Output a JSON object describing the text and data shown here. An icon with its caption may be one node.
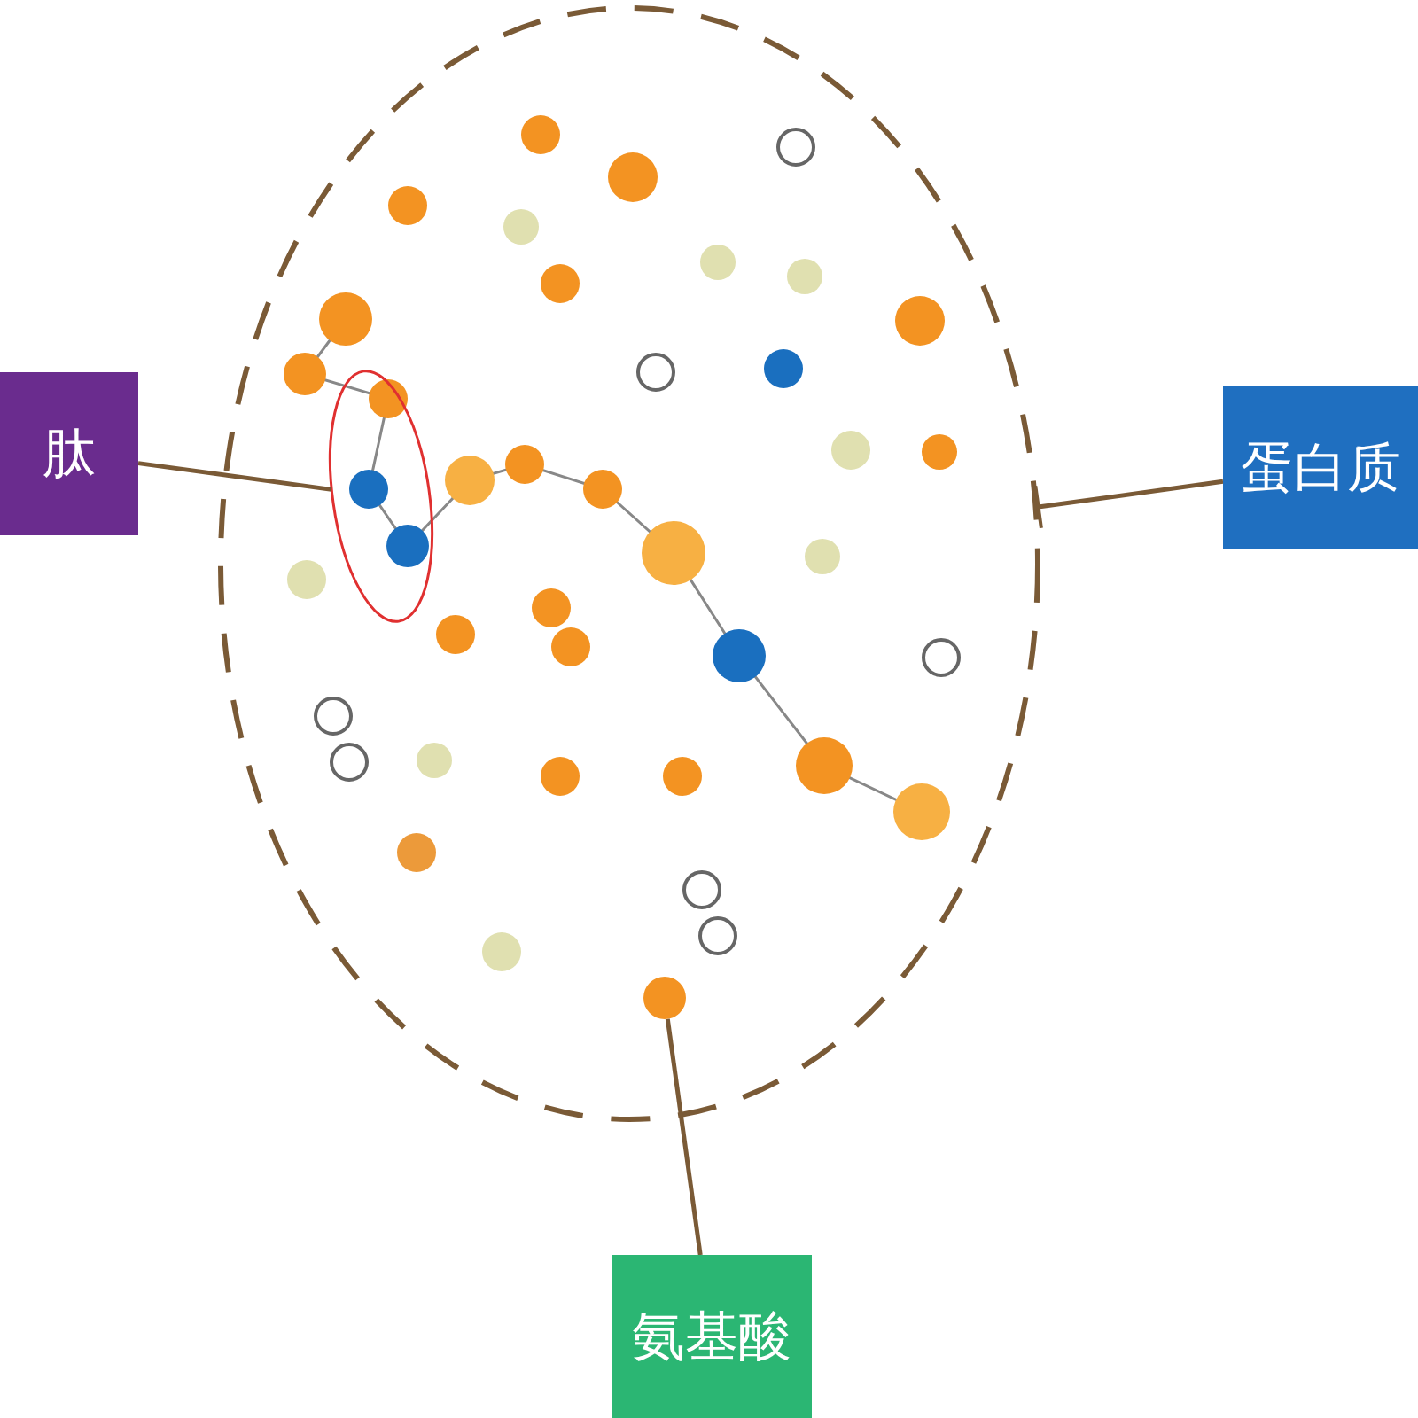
{
  "diagram": {
    "nodes": [
      {
        "text": [
          "肽"
        ]
      },
      {
        "text": [
          "蛋白质"
        ]
      },
      {
        "text": [
          "氨基酸"
        ]
      },
      {
        "text": [],
        "shape": "ellipse"
      },
      {
        "text": [],
        "shape": "ellipse",
        "in": 3
      },
      {
        "text": [],
        "shape": "circle",
        "in": 3
      }
    ],
    "edges": [
      {
        "from": 0,
        "to": 4,
        "arrow": "none"
      },
      {
        "from": 1,
        "to": 3,
        "arrow": "other"
      },
      {
        "from": 2,
        "to": 5,
        "arrow": "none"
      }
    ]
  }
}
